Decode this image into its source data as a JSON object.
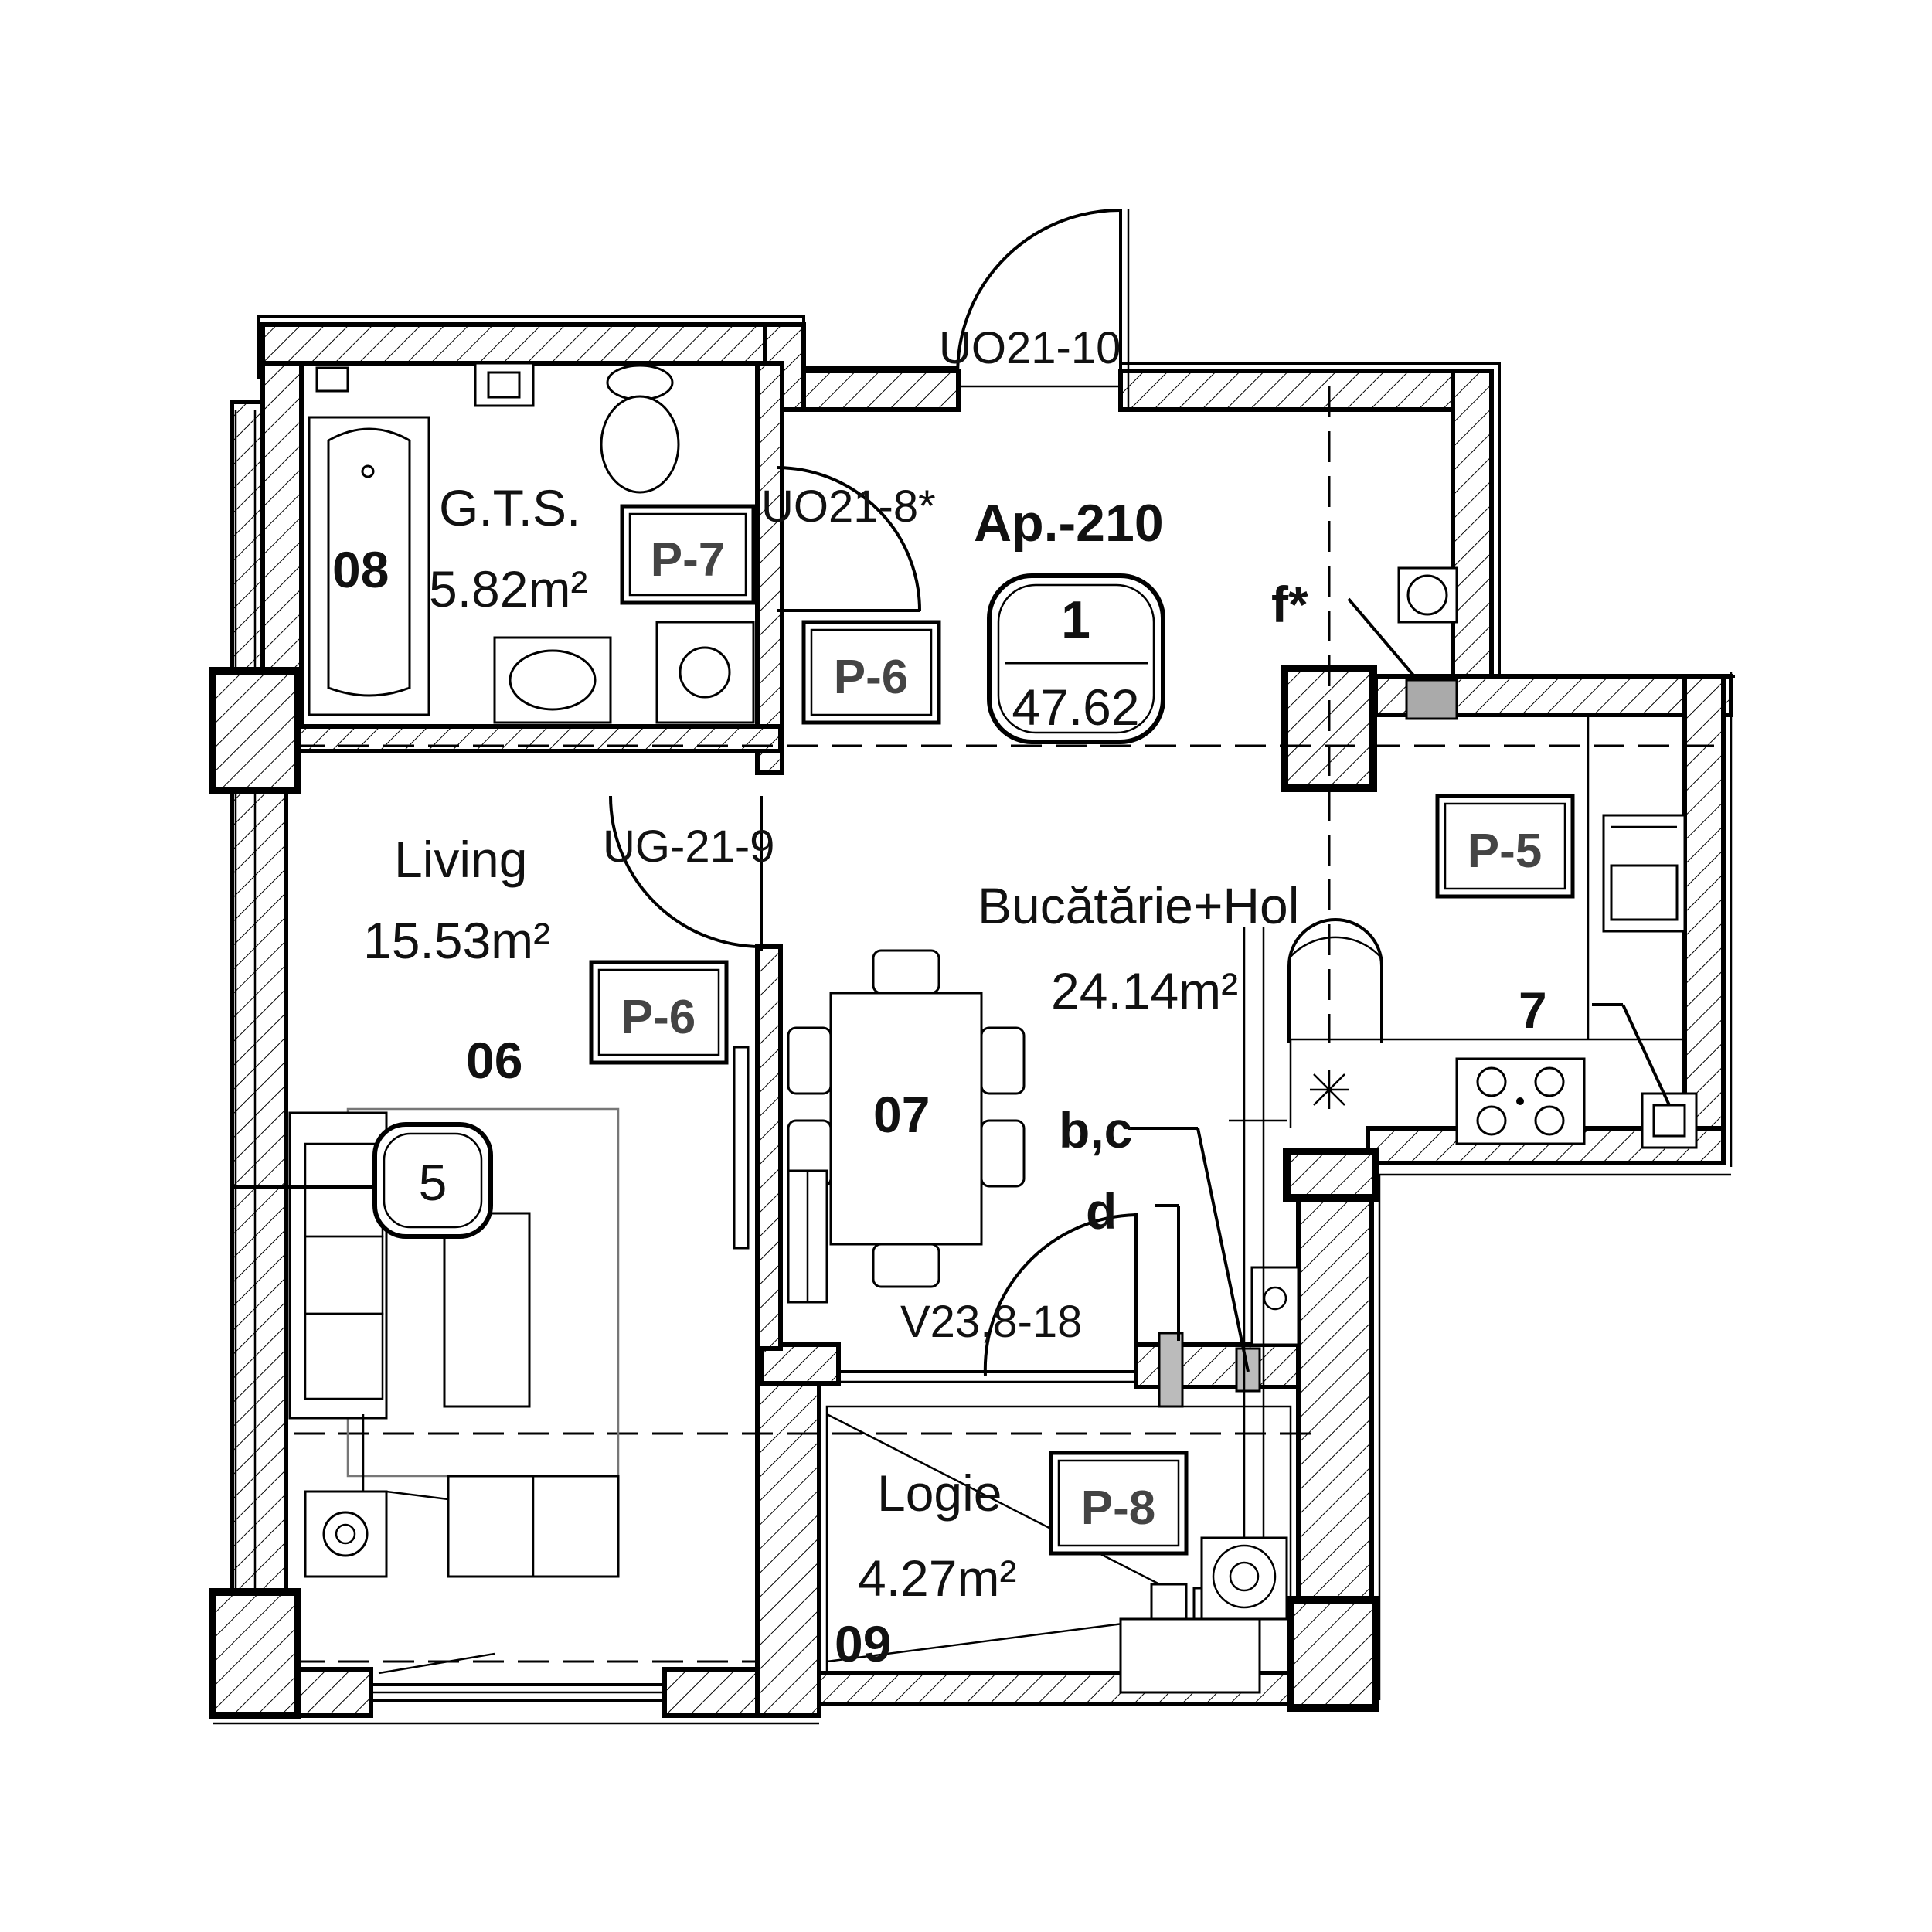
{
  "apartment": {
    "name": "Ap.-210",
    "rooms_count": "1",
    "total_area": "47.62"
  },
  "rooms": {
    "gts": {
      "name": "G.T.S.",
      "area": "5.82m²",
      "number": "08",
      "tag": "P-7"
    },
    "living": {
      "name": "Living",
      "area": "15.53m²",
      "number": "06",
      "tag": "P-6"
    },
    "kitchen": {
      "name": "Bucătărie+Hol",
      "area": "24.14m²",
      "number": "07",
      "tag": "P-6"
    },
    "kitchen_tag": "P-5",
    "logia": {
      "name": "Logie",
      "area": "4.27m²",
      "number": "09",
      "tag": "P-8"
    }
  },
  "doors": {
    "entrance": "UO21-10",
    "bathroom": "UO21-8*",
    "living": "UG-21-9",
    "logia": "V23,8-18"
  },
  "markers": {
    "f": "f*",
    "seven": "7",
    "bc": "b,c",
    "d": "d",
    "five": "5"
  }
}
